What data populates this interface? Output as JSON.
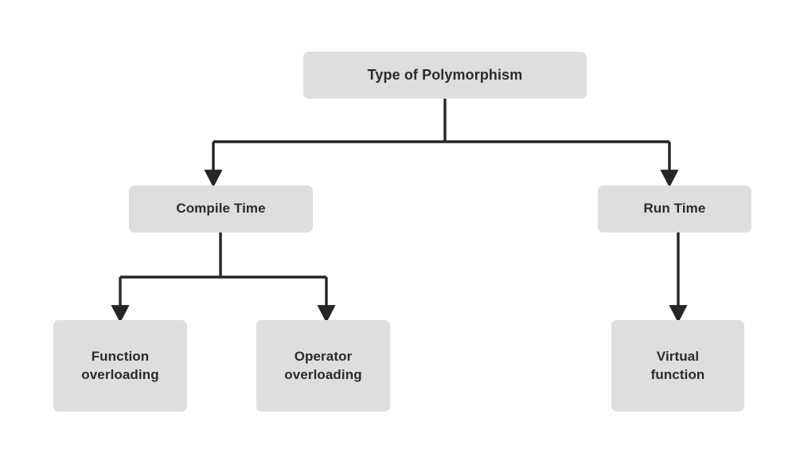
{
  "diagram": {
    "title": "Type of Polymorphism",
    "type": "tree-hierarchy",
    "colors": {
      "background": "#ffffff",
      "node_fill": "#dedede",
      "node_text": "#2b2b2b",
      "connector": "#262626"
    },
    "nodes": {
      "root": {
        "label": "Type of Polymorphism",
        "level": 0
      },
      "compile_time": {
        "label": "Compile Time",
        "level": 1
      },
      "run_time": {
        "label": "Run Time",
        "level": 1
      },
      "function_overloading": {
        "label": "Function\noverloading",
        "level": 2
      },
      "operator_overloading": {
        "label": "Operator\noverloading",
        "level": 2
      },
      "virtual_function": {
        "label": "Virtual\nfunction",
        "level": 2
      }
    },
    "edges": [
      {
        "from": "root",
        "to": "compile_time",
        "style": "elbow-arrow"
      },
      {
        "from": "root",
        "to": "run_time",
        "style": "elbow-arrow"
      },
      {
        "from": "compile_time",
        "to": "function_overloading",
        "style": "elbow-arrow"
      },
      {
        "from": "compile_time",
        "to": "operator_overloading",
        "style": "elbow-arrow"
      },
      {
        "from": "run_time",
        "to": "virtual_function",
        "style": "straight-arrow"
      }
    ]
  }
}
